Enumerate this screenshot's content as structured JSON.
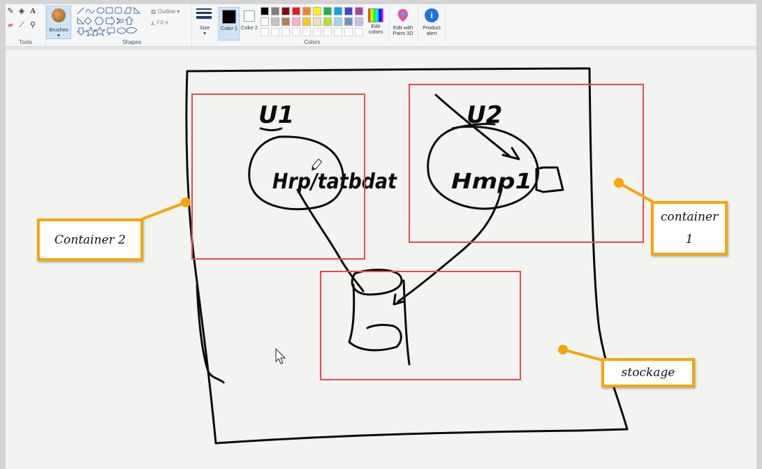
{
  "ribbon": {
    "groups": {
      "tools": "Tools",
      "shapes": "Shapes",
      "colors": "Colors"
    },
    "brushes_label": "Brushes",
    "outline_label": "Outline",
    "fill_label": "Fill",
    "size_label": "Size",
    "color1_label": "Color 1",
    "color2_label": "Color 2",
    "edit_colors_label": "Edit colors",
    "edit_paint3d_label": "Edit with Paint 3D",
    "product_alert_label": "Product alert",
    "color1_value": "#000000",
    "color2_value": "#ffffff",
    "palette_row1": [
      "#000000",
      "#7f7f7f",
      "#880015",
      "#ed1c24",
      "#ff7f27",
      "#fff200",
      "#22b14c",
      "#00a2e8",
      "#3f48cc",
      "#a349a4"
    ],
    "palette_row2": [
      "#ffffff",
      "#c3c3c3",
      "#b97a57",
      "#ffaec9",
      "#ffc90e",
      "#efe4b0",
      "#b5e61d",
      "#99d9ea",
      "#7092be",
      "#c8bfe7"
    ]
  },
  "drawing": {
    "u1_label": "U1",
    "u2_label": "U2",
    "u1_text": "Hrp/tatbdat",
    "u2_text": "Hmp1"
  },
  "callouts": {
    "container2": "Container 2",
    "container1_line1": "container",
    "container1_line2": "1",
    "storage": "stockage"
  }
}
